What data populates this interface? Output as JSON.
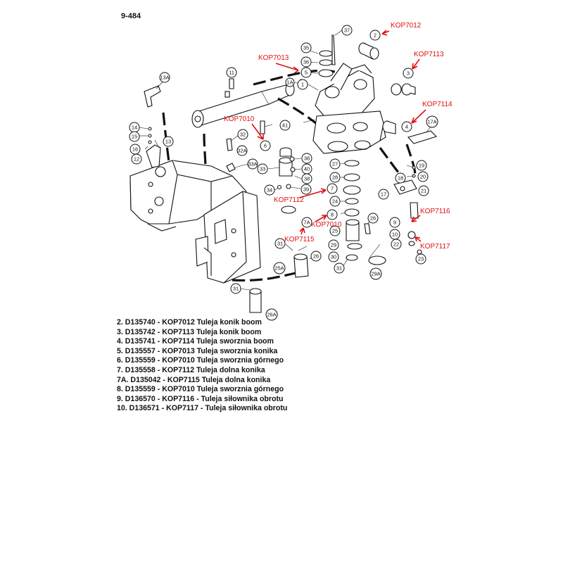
{
  "page_number": "9-484",
  "callouts": [
    {
      "id": "c2",
      "label": "2"
    },
    {
      "id": "c3",
      "label": "3"
    },
    {
      "id": "c4",
      "label": "4"
    },
    {
      "id": "c5",
      "label": "5"
    },
    {
      "id": "c1",
      "label": "1"
    },
    {
      "id": "c1a",
      "label": "1A"
    },
    {
      "id": "c35",
      "label": "35"
    },
    {
      "id": "c36",
      "label": "36"
    },
    {
      "id": "c37",
      "label": "37"
    },
    {
      "id": "c13a",
      "label": "13A"
    },
    {
      "id": "c11",
      "label": "11"
    },
    {
      "id": "c14",
      "label": "14"
    },
    {
      "id": "c15",
      "label": "15"
    },
    {
      "id": "c16",
      "label": "16"
    },
    {
      "id": "c13",
      "label": "13"
    },
    {
      "id": "c12",
      "label": "12"
    },
    {
      "id": "c32",
      "label": "32"
    },
    {
      "id": "c32a",
      "label": "32A"
    },
    {
      "id": "c6",
      "label": "6"
    },
    {
      "id": "c41",
      "label": "41"
    },
    {
      "id": "c33a",
      "label": "33A"
    },
    {
      "id": "c33",
      "label": "33"
    },
    {
      "id": "c38",
      "label": "38"
    },
    {
      "id": "c40",
      "label": "40"
    },
    {
      "id": "c39",
      "label": "39"
    },
    {
      "id": "c34",
      "label": "34"
    },
    {
      "id": "c27",
      "label": "27"
    },
    {
      "id": "c28",
      "label": "28"
    },
    {
      "id": "c7",
      "label": "7"
    },
    {
      "id": "c24",
      "label": "24"
    },
    {
      "id": "c8",
      "label": "8"
    },
    {
      "id": "c7a",
      "label": "7A"
    },
    {
      "id": "c25",
      "label": "25"
    },
    {
      "id": "c26",
      "label": "26"
    },
    {
      "id": "c29",
      "label": "29"
    },
    {
      "id": "c30",
      "label": "30"
    },
    {
      "id": "c31",
      "label": "31"
    },
    {
      "id": "c29a",
      "label": "29A"
    },
    {
      "id": "c26b",
      "label": "26"
    },
    {
      "id": "c31b",
      "label": "31"
    },
    {
      "id": "c25a",
      "label": "25A"
    },
    {
      "id": "c31c",
      "label": "31"
    },
    {
      "id": "c26a",
      "label": "26A"
    },
    {
      "id": "c17a",
      "label": "17A"
    },
    {
      "id": "c19",
      "label": "19"
    },
    {
      "id": "c20",
      "label": "20"
    },
    {
      "id": "c18",
      "label": "18"
    },
    {
      "id": "c17",
      "label": "17"
    },
    {
      "id": "c21",
      "label": "21"
    },
    {
      "id": "c9",
      "label": "9"
    },
    {
      "id": "c10",
      "label": "10"
    },
    {
      "id": "c22",
      "label": "22"
    },
    {
      "id": "c23",
      "label": "23"
    }
  ],
  "kop_labels": [
    {
      "id": "k7012",
      "text": "KOP7012"
    },
    {
      "id": "k7013",
      "text": "KOP7013"
    },
    {
      "id": "k7113",
      "text": "KOP7113"
    },
    {
      "id": "k7114",
      "text": "KOP7114"
    },
    {
      "id": "k7010a",
      "text": "KOP7010"
    },
    {
      "id": "k7112",
      "text": "KOP7112"
    },
    {
      "id": "k7010b",
      "text": "KOP7010"
    },
    {
      "id": "k7115",
      "text": "KOP7115"
    },
    {
      "id": "k7116",
      "text": "KOP7116"
    },
    {
      "id": "k7117",
      "text": "KOP7117"
    }
  ],
  "parts_list": [
    "2. D135740 - KOP7012 Tuleja konik boom",
    "3. D135742 - KOP7113 Tuleja konik boom",
    "4. D135741 - KOP7114 Tuleja sworznia boom",
    "5. D135557 - KOP7013 Tuleja sworznia konika",
    "6. D135559 - KOP7010 Tuleja sworznia górnego",
    "7. D135558 - KOP7112 Tuleja dolna konika",
    "7A. D135042 - KOP7115 Tuleja dolna konika",
    "8. D135559 - KOP7010 Tuleja sworznia górnego",
    "9. D136570 - KOP7116 - Tuleja siłownika obrotu",
    "10. D136571 - KOP7117 - Tuleja siłownika obrotu"
  ],
  "colors": {
    "annotation_red": "#e01010",
    "line_black": "#111111"
  }
}
